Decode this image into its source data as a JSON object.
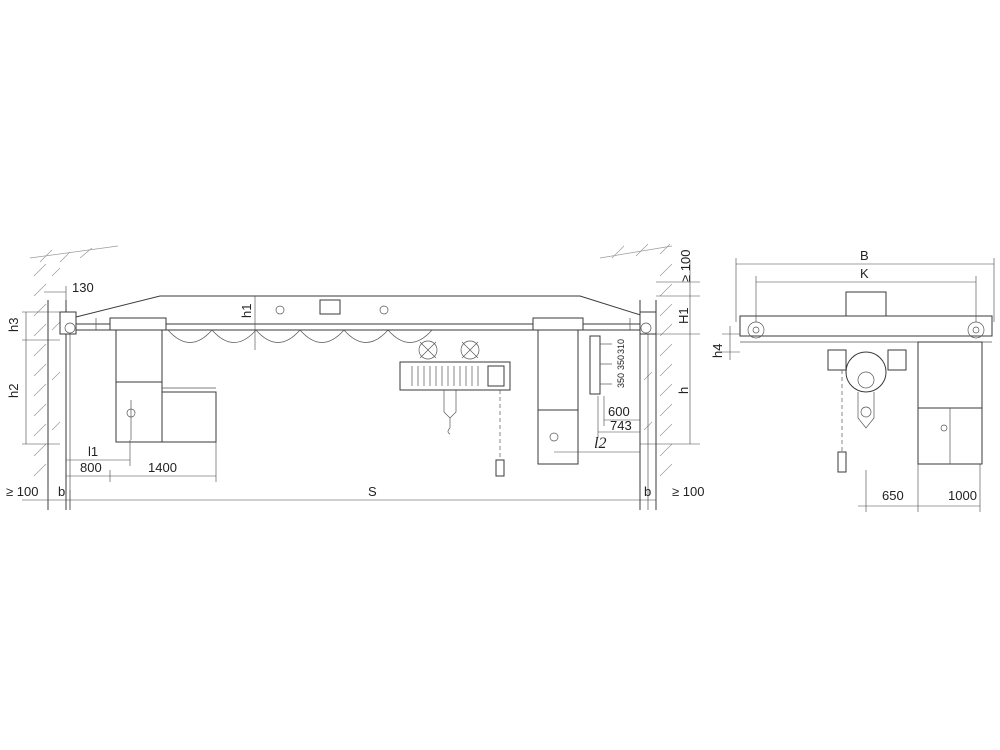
{
  "labels": {
    "d130": "130",
    "h3": "h3",
    "h2": "h2",
    "h1": "h1",
    "l1": "l1",
    "d800": "800",
    "d1400": "1400",
    "gte100_left": "≥ 100",
    "b_left": "b",
    "S": "S",
    "b_right": "b",
    "gte100_right": "≥ 100",
    "gte100_top": "≥ 100",
    "H1": "H1",
    "h": "h",
    "d600": "600",
    "d743": "743",
    "l2": "l2",
    "d350a": "350",
    "d350b": "350",
    "d310": "310",
    "B": "B",
    "K": "K",
    "h4": "h4",
    "d650": "650",
    "d1000": "1000"
  }
}
